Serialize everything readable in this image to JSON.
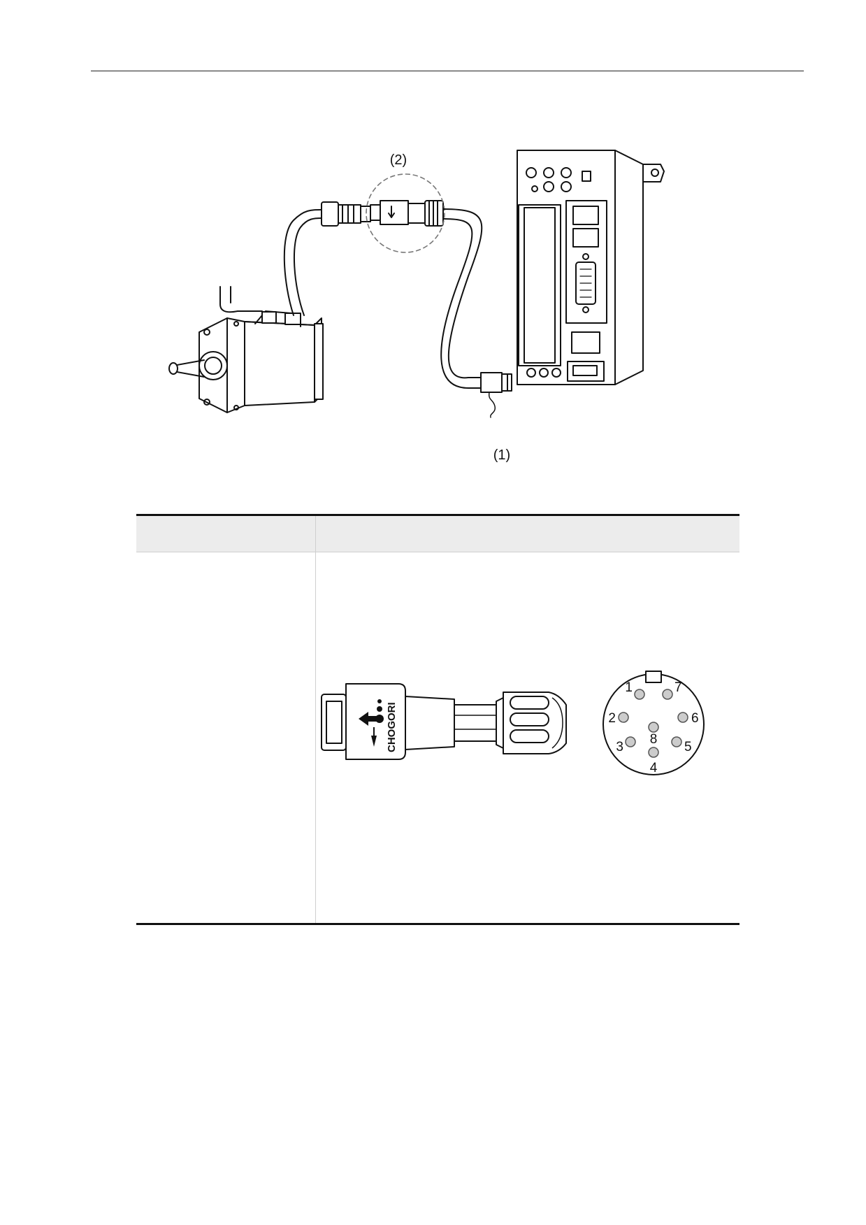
{
  "page": {
    "wiring_diagram": {
      "callout_1": "(1)",
      "callout_2": "(2)"
    },
    "table": {
      "header": [
        "",
        ""
      ],
      "row": [
        "",
        ""
      ]
    },
    "connector": {
      "brand_text": "CHOGORI",
      "pins": [
        "1",
        "2",
        "3",
        "4",
        "5",
        "6",
        "7",
        "8"
      ]
    }
  }
}
